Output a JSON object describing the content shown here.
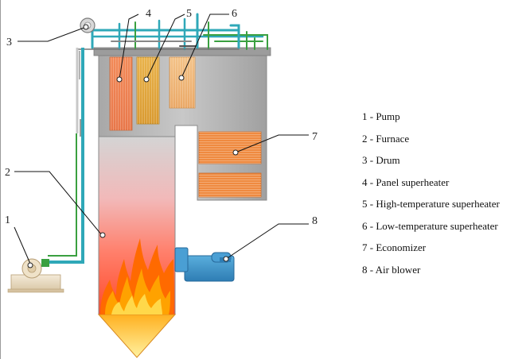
{
  "callouts": [
    "1",
    "2",
    "3",
    "4",
    "5",
    "6",
    "7",
    "8"
  ],
  "legend": [
    "1 - Pump",
    "2 - Furnace",
    "3 - Drum",
    "4 - Panel superheater",
    "5 - High-temperature superheater",
    "6 - Low-temperature superheater",
    "7 - Economizer",
    "8 - Air blower"
  ],
  "colors": {
    "boiler_shell": "#b8b8b8",
    "pipes": "#2fa8b8",
    "pipes_green": "#3aa040",
    "superheater_orange": "#ef8a55",
    "superheater_gold": "#e3aa40",
    "superheater_tan": "#f0b878",
    "economizer": "#ef8a40",
    "blower": "#3a8ec8",
    "flame": "#ff5500"
  }
}
